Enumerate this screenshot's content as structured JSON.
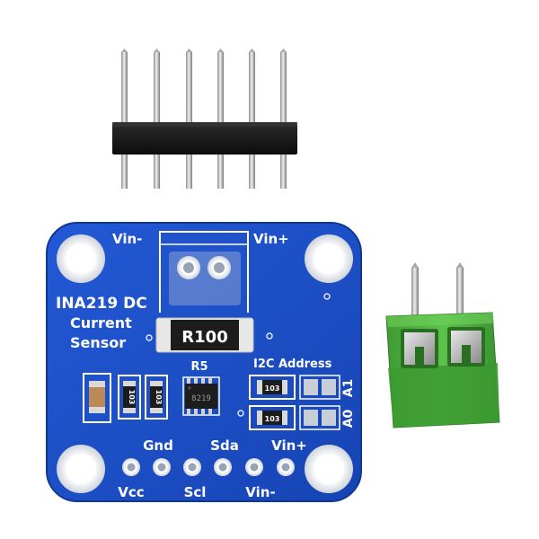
{
  "board": {
    "title_line1": "INA219 DC",
    "title_line2": "Current",
    "title_line3": "Sensor",
    "shunt_resistor": "R100",
    "resistor_designator": "R5",
    "i2c_label": "I2C Address",
    "addr_a1": "A1",
    "addr_a0": "A0",
    "chip_marking": "8219",
    "smd_code": "103",
    "terminal_labels": {
      "vin_minus": "Vin-",
      "vin_plus": "Vin+"
    },
    "pins_top": {
      "gnd": "Gnd",
      "sda": "Sda",
      "vin_plus": "Vin+"
    },
    "pins_bottom": {
      "vcc": "Vcc",
      "scl": "Scl",
      "vin_minus": "Vin-"
    }
  },
  "colors": {
    "pcb_blue": "#1a4fc9",
    "pcb_edge": "#153fa6",
    "terminal_green": "#4caf3e",
    "header_black": "#1a1a1a",
    "pin_silver": "#c9c9c9"
  },
  "icons": {
    "header": "pin-header-6",
    "terminal": "screw-terminal-2"
  }
}
